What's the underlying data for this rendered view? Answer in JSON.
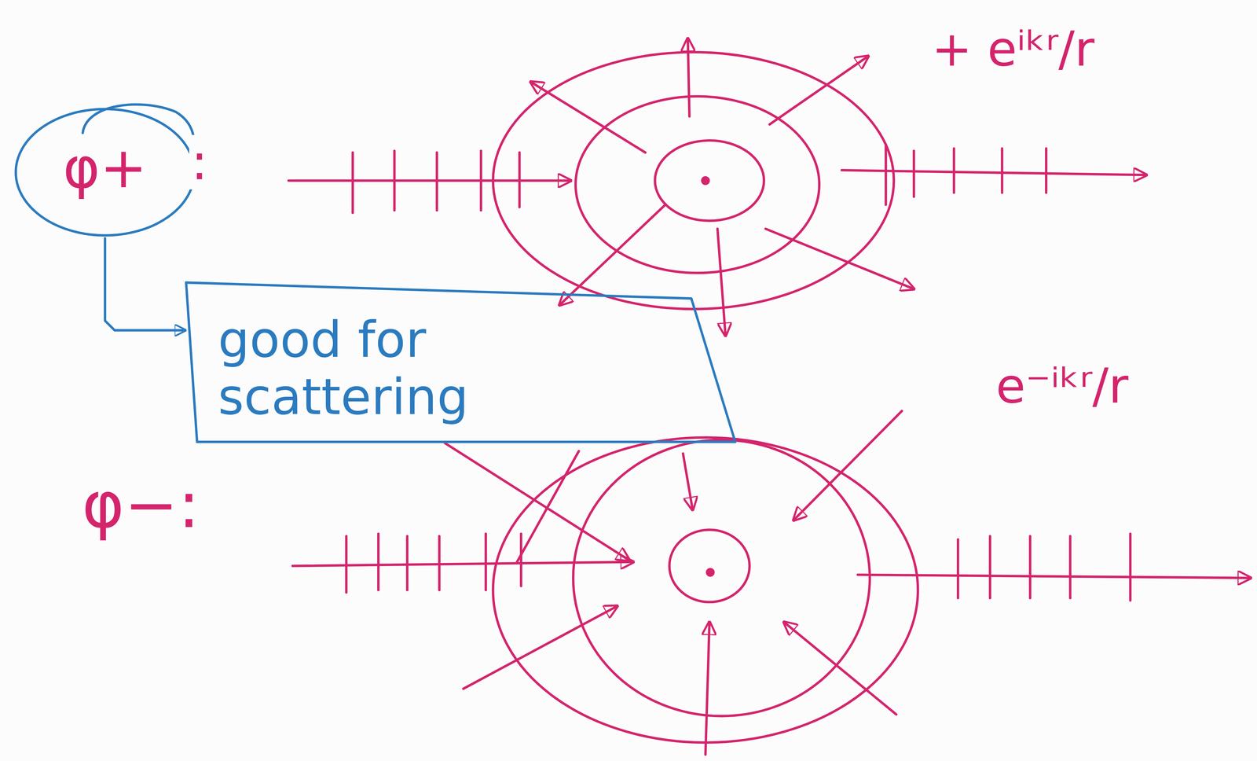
{
  "diagram": {
    "nodes": [
      {
        "text": [
          "φ+"
        ]
      },
      {
        "text": [
          "good for scattering"
        ]
      }
    ],
    "edges": [
      {
        "from": 0,
        "to": 1,
        "arrow": "to"
      }
    ],
    "labels": [
      ":",
      "+ eⁱᵏʳ/r",
      "φ−:",
      "e⁻ⁱᵏʳ/r"
    ]
  }
}
